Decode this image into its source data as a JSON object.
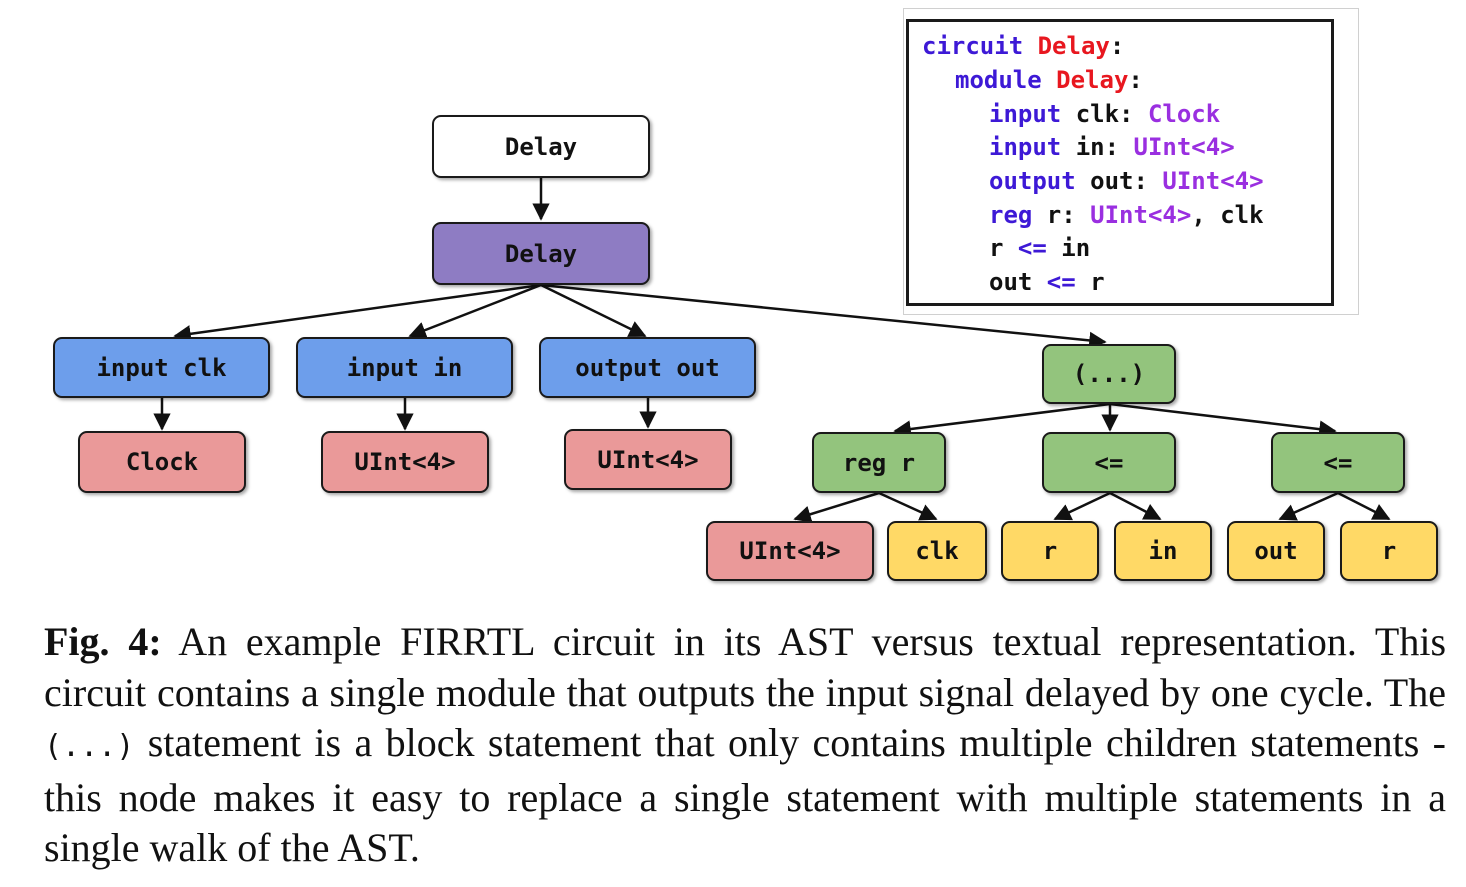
{
  "tree": {
    "root": "Delay",
    "module": "Delay",
    "ports": [
      {
        "label": "input clk",
        "type": "Clock"
      },
      {
        "label": "input in",
        "type": "UInt<4>"
      },
      {
        "label": "output out",
        "type": "UInt<4>"
      }
    ],
    "block": "(...)",
    "statements": [
      {
        "label": "reg r",
        "children": [
          "UInt<4>",
          "clk"
        ]
      },
      {
        "label": "<=",
        "children": [
          "r",
          "in"
        ]
      },
      {
        "label": "<=",
        "children": [
          "out",
          "r"
        ]
      }
    ]
  },
  "code": {
    "lines": [
      [
        {
          "t": "circuit ",
          "c": "kw"
        },
        {
          "t": "Delay",
          "c": "name"
        },
        {
          "t": ":",
          "c": "plain"
        }
      ],
      [
        {
          "t": "module ",
          "c": "kw"
        },
        {
          "t": "Delay",
          "c": "name"
        },
        {
          "t": ":",
          "c": "plain"
        }
      ],
      [
        {
          "t": "input ",
          "c": "kw"
        },
        {
          "t": "clk: ",
          "c": "plain"
        },
        {
          "t": "Clock",
          "c": "type"
        }
      ],
      [
        {
          "t": "input ",
          "c": "kw"
        },
        {
          "t": "in: ",
          "c": "plain"
        },
        {
          "t": "UInt<4>",
          "c": "type"
        }
      ],
      [
        {
          "t": "output ",
          "c": "kw"
        },
        {
          "t": "out: ",
          "c": "plain"
        },
        {
          "t": "UInt<4>",
          "c": "type"
        }
      ],
      [
        {
          "t": "reg ",
          "c": "kw"
        },
        {
          "t": "r: ",
          "c": "plain"
        },
        {
          "t": "UInt<4>",
          "c": "type"
        },
        {
          "t": ", clk",
          "c": "plain"
        }
      ],
      [
        {
          "t": "r ",
          "c": "plain"
        },
        {
          "t": "<=",
          "c": "op"
        },
        {
          "t": " in",
          "c": "plain"
        }
      ],
      [
        {
          "t": "out ",
          "c": "plain"
        },
        {
          "t": "<=",
          "c": "op"
        },
        {
          "t": " r",
          "c": "plain"
        }
      ]
    ]
  },
  "caption": {
    "label": "Fig. 4:",
    "part1": "An example FIRRTL circuit in its AST versus textual representation. This circuit contains a single module that outputs the input signal delayed by one cycle. The",
    "code": "(...)",
    "part2": "statement is a block statement that only contains multiple children statements - this node makes it easy to replace a single statement with multiple statements in a single walk of the AST."
  }
}
